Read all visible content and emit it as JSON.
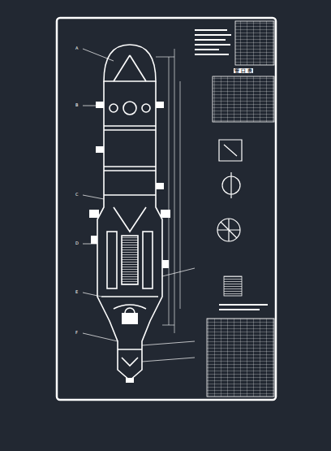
{
  "diagram": {
    "labels": [
      "管 口 表",
      "A",
      "B",
      "C",
      "D",
      "E",
      "F"
    ]
  }
}
